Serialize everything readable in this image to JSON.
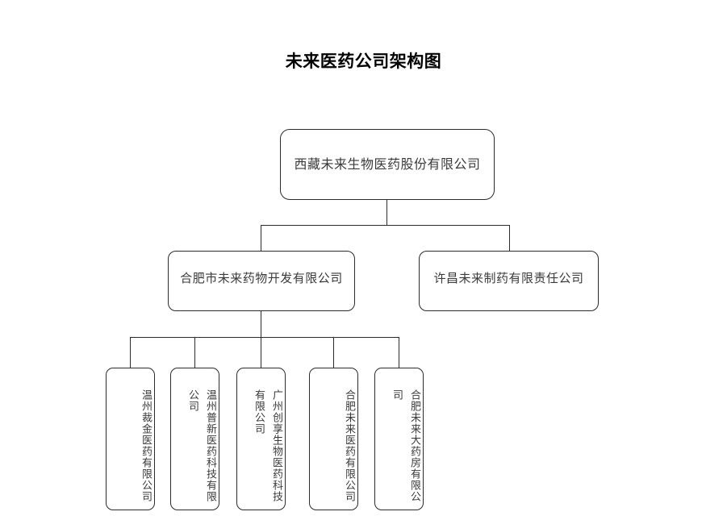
{
  "page": {
    "title": "未来医药公司架构图",
    "background_color": "#ffffff",
    "line_color": "#2b2b2b",
    "text_color": "#3a3a3a"
  },
  "chart_data": {
    "type": "diagram",
    "diagram_type": "organization-chart",
    "title": "未来医药公司架构图",
    "orientation": "top-down",
    "levels": 3,
    "nodes": [
      {
        "id": "root",
        "level": 1,
        "label": "西藏未来生物医药股份有限公司",
        "text_direction": "horizontal",
        "parent": null
      },
      {
        "id": "hefei-dev",
        "level": 2,
        "label": "合肥市未来药物开发有限公司",
        "text_direction": "horizontal",
        "parent": "root"
      },
      {
        "id": "xuchang",
        "level": 2,
        "label": "许昌未来制药有限责任公司",
        "text_direction": "horizontal",
        "parent": "root"
      },
      {
        "id": "wenzhou-caijin",
        "level": 3,
        "label": "温州裁金医药有限公司",
        "text_direction": "vertical-rl",
        "parent": "hefei-dev"
      },
      {
        "id": "wenzhou-puxin",
        "level": 3,
        "label": "温州普新医药科技有限公司",
        "text_direction": "vertical-rl",
        "parent": "hefei-dev"
      },
      {
        "id": "guangzhou",
        "level": 3,
        "label": "广州创享生物医药科技有限公司",
        "text_direction": "vertical-rl",
        "parent": "hefei-dev"
      },
      {
        "id": "hefei-yiyao",
        "level": 3,
        "label": "合肥未来医药有限公司",
        "text_direction": "vertical-rl",
        "parent": "hefei-dev"
      },
      {
        "id": "hefei-yaofang",
        "level": 3,
        "label": "合肥未来大药房有限公司",
        "text_direction": "vertical-rl",
        "parent": "hefei-dev"
      }
    ],
    "edges": [
      {
        "from": "root",
        "to": "hefei-dev"
      },
      {
        "from": "root",
        "to": "xuchang"
      },
      {
        "from": "hefei-dev",
        "to": "wenzhou-caijin"
      },
      {
        "from": "hefei-dev",
        "to": "wenzhou-puxin"
      },
      {
        "from": "hefei-dev",
        "to": "guangzhou"
      },
      {
        "from": "hefei-dev",
        "to": "hefei-yiyao"
      },
      {
        "from": "hefei-dev",
        "to": "hefei-yaofang"
      }
    ]
  }
}
